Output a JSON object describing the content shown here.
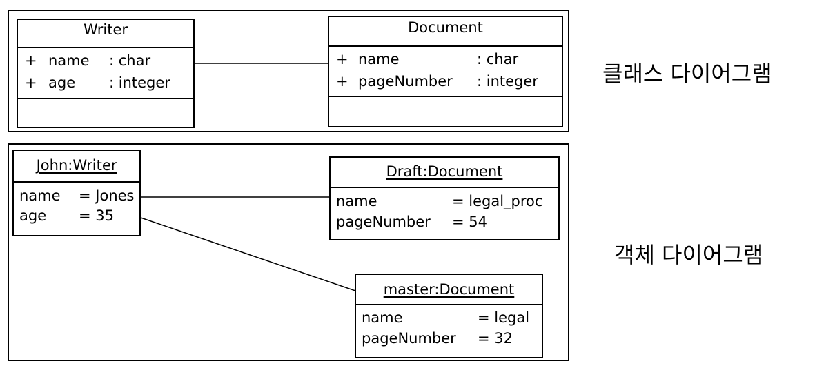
{
  "class_diagram": {
    "caption": "클래스 다이어그램",
    "writer": {
      "name": "Writer",
      "attributes": [
        {
          "visibility": "+",
          "name": "name",
          "type": ": char"
        },
        {
          "visibility": "+",
          "name": "age",
          "type": ": integer"
        }
      ]
    },
    "document": {
      "name": "Document",
      "attributes": [
        {
          "visibility": "+",
          "name": "name",
          "type": ": char"
        },
        {
          "visibility": "+",
          "name": "pageNumber",
          "type": ": integer"
        }
      ]
    }
  },
  "object_diagram": {
    "caption": "객체 다이어그램",
    "john": {
      "name": "John:Writer",
      "attributes": [
        {
          "name": "name",
          "value": "= Jones"
        },
        {
          "name": "age",
          "value": "= 35"
        }
      ]
    },
    "draft": {
      "name": "Draft:Document",
      "attributes": [
        {
          "name": "name",
          "value": "= legal_proc"
        },
        {
          "name": "pageNumber",
          "value": "= 54"
        }
      ]
    },
    "master": {
      "name": "master:Document",
      "attributes": [
        {
          "name": "name",
          "value": "= legal"
        },
        {
          "name": "pageNumber",
          "value": "= 32"
        }
      ]
    }
  }
}
